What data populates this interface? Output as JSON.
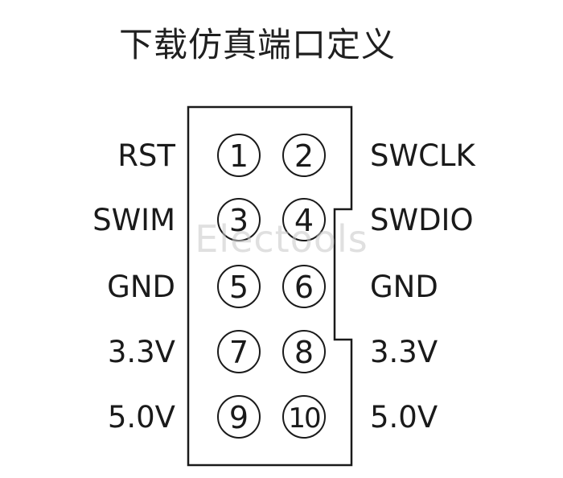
{
  "title": "下载仿真端口定义",
  "watermark": "Electools",
  "connector": {
    "rows": [
      {
        "left_label": "RST",
        "right_label": "SWCLK",
        "pin_left": "1",
        "pin_right": "2"
      },
      {
        "left_label": "SWIM",
        "right_label": "SWDIO",
        "pin_left": "3",
        "pin_right": "4"
      },
      {
        "left_label": "GND",
        "right_label": "GND",
        "pin_left": "5",
        "pin_right": "6"
      },
      {
        "left_label": "3.3V",
        "right_label": "3.3V",
        "pin_left": "7",
        "pin_right": "8"
      },
      {
        "left_label": "5.0V",
        "right_label": "5.0V",
        "pin_left": "9",
        "pin_right": "10"
      }
    ]
  }
}
